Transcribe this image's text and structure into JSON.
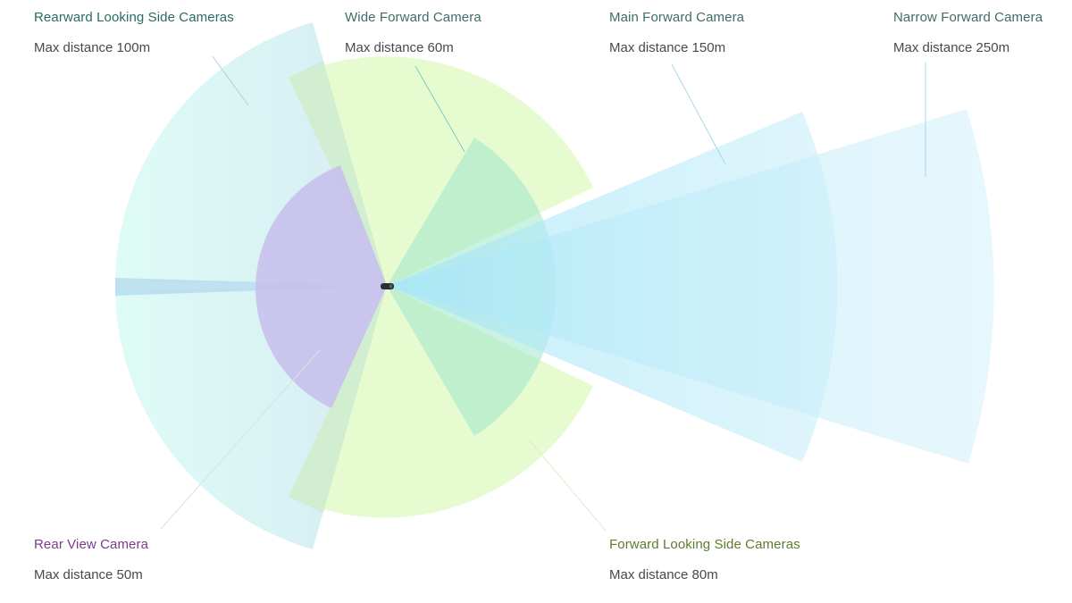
{
  "colors": {
    "rearward_title": "#2b6b62",
    "wide_title": "#3f6c68",
    "main_title": "#3f6c68",
    "narrow_title": "#3f6c68",
    "rear_title": "#7a3d8a",
    "fwdside_title": "#5f7a2e",
    "rearward_fill": "#cdeff2",
    "fwdside_fill": "#e4f9c8",
    "wide_fill": "#9fe6c9",
    "main_fill": "#b8ecfa",
    "narrow_fill": "#b8ecfa",
    "rear_fill": "#c8c3f3"
  },
  "cameras": {
    "rearward_side": {
      "title": "Rearward Looking Side Cameras",
      "distance": "Max distance 100m"
    },
    "wide_forward": {
      "title": "Wide Forward Camera",
      "distance": "Max distance 60m"
    },
    "main_forward": {
      "title": "Main Forward Camera",
      "distance": "Max distance 150m"
    },
    "narrow_forward": {
      "title": "Narrow Forward Camera",
      "distance": "Max distance 250m"
    },
    "rear_view": {
      "title": "Rear View Camera",
      "distance": "Max distance 50m"
    },
    "forward_side": {
      "title": "Forward Looking Side Cameras",
      "distance": "Max distance 80m"
    }
  },
  "icons": {
    "vehicle": "car-icon"
  }
}
